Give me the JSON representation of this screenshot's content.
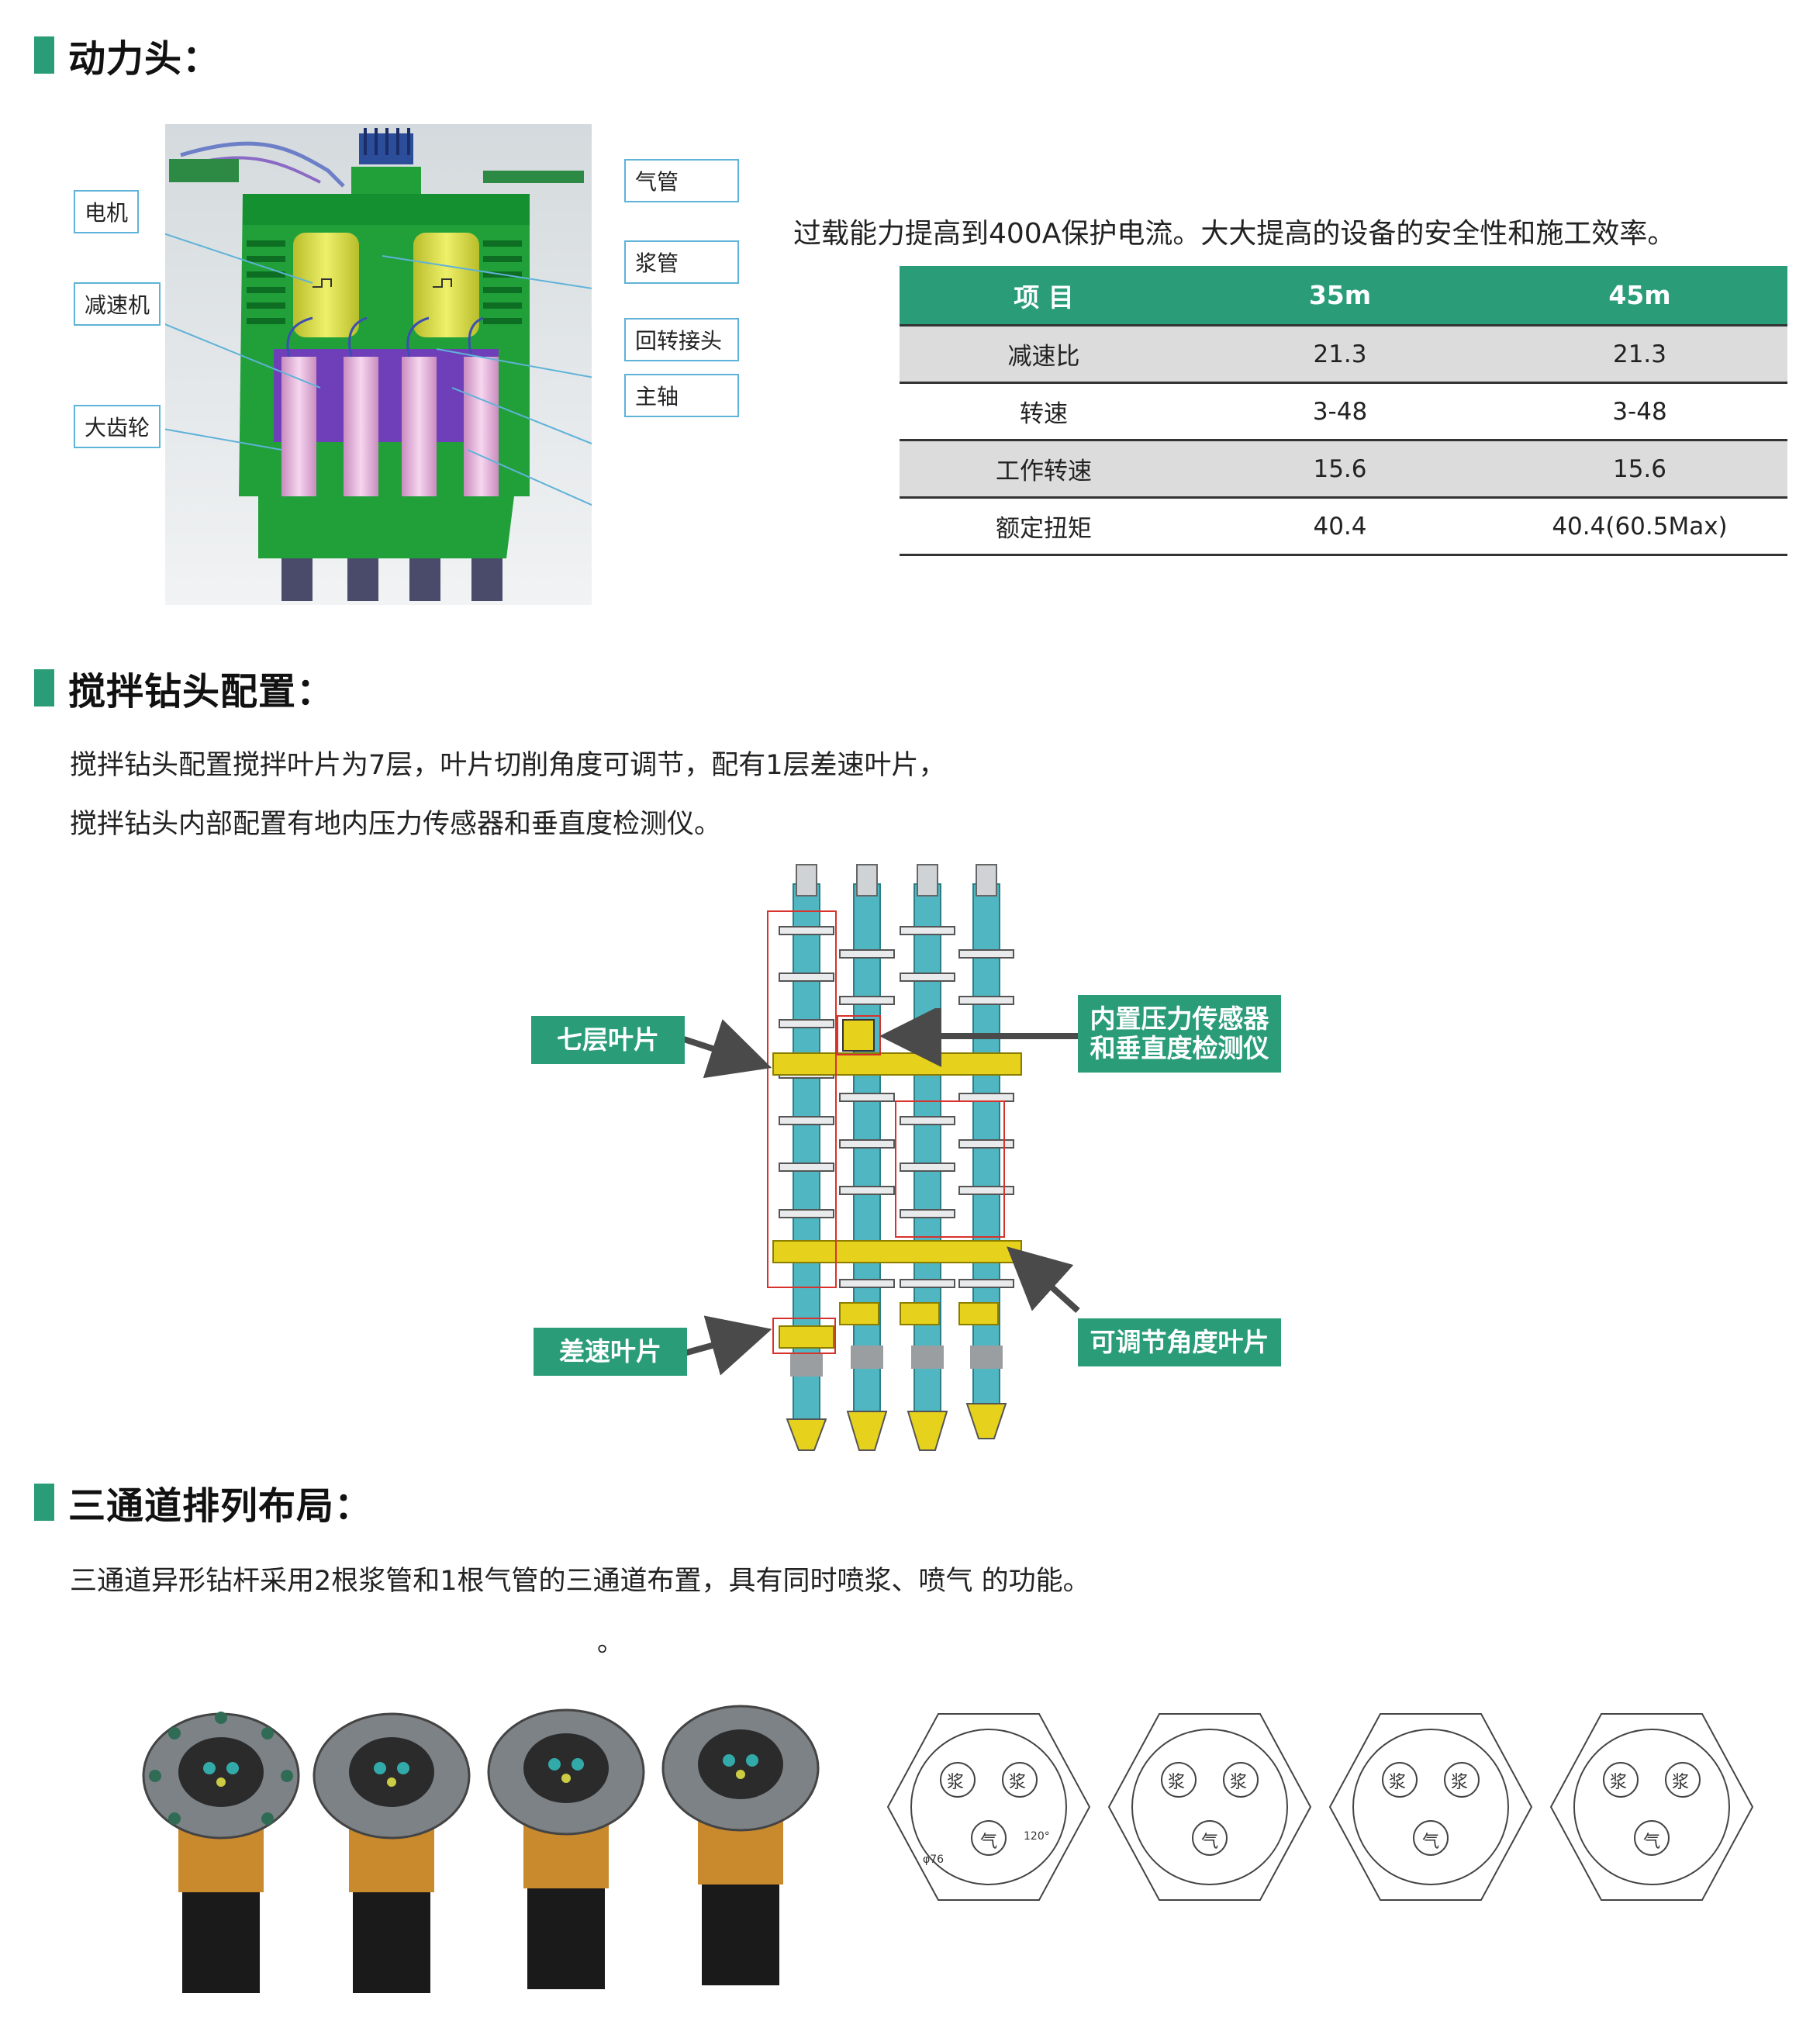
{
  "sections": {
    "power_head": {
      "title": "动力头："
    },
    "mixing_head": {
      "title": "搅拌钻头配置："
    },
    "channel_layout": {
      "title": "三通道排列布局："
    }
  },
  "power_head": {
    "summary": "过载能力提高到400A保护电流。大大提高的设备的安全性和施工效率。",
    "diagram_labels": {
      "motor": "电机",
      "reducer": "减速机",
      "big_gear": "大齿轮",
      "air_pipe": "气管",
      "slurry_pipe": "浆管",
      "swivel_joint": "回转接头",
      "main_shaft": "主轴"
    },
    "table": {
      "headers": [
        "项  目",
        "35m",
        "45m"
      ],
      "rows": [
        [
          "减速比",
          "21.3",
          "21.3"
        ],
        [
          "转速",
          "3-48",
          "3-48"
        ],
        [
          "工作转速",
          "15.6",
          "15.6"
        ],
        [
          "额定扭矩",
          "40.4",
          "40.4(60.5Max)"
        ]
      ]
    }
  },
  "mixing_head": {
    "line1": "搅拌钻头配置搅拌叶片为7层，叶片切削角度可调节，配有1层差速叶片，",
    "line2": "搅拌钻头内部配置有地内压力传感器和垂直度检测仪。",
    "labels": {
      "seven_layers": "七层叶片",
      "differential": "差速叶片",
      "sensor_line1": "内置压力传感器",
      "sensor_line2": "和垂直度检测仪",
      "adjustable": "可调节角度叶片"
    }
  },
  "channel_layout": {
    "text": "三通道异形钻杆采用2根浆管和1根气管的三通道布置，具有同时喷浆、喷气 的功能。",
    "stray_mark": "。",
    "schematic_labels": {
      "slurry": "浆",
      "air": "气",
      "dim_1": "φ76",
      "dim_2": "120°"
    }
  },
  "colors": {
    "accent": "#2a9d78",
    "machine_green": "#1f9a3a",
    "motor_yellow": "#d8dc3c",
    "shaft_teal": "#4fb6c2",
    "blade_yellow": "#e6d21c",
    "marker_red": "#d8322c"
  }
}
